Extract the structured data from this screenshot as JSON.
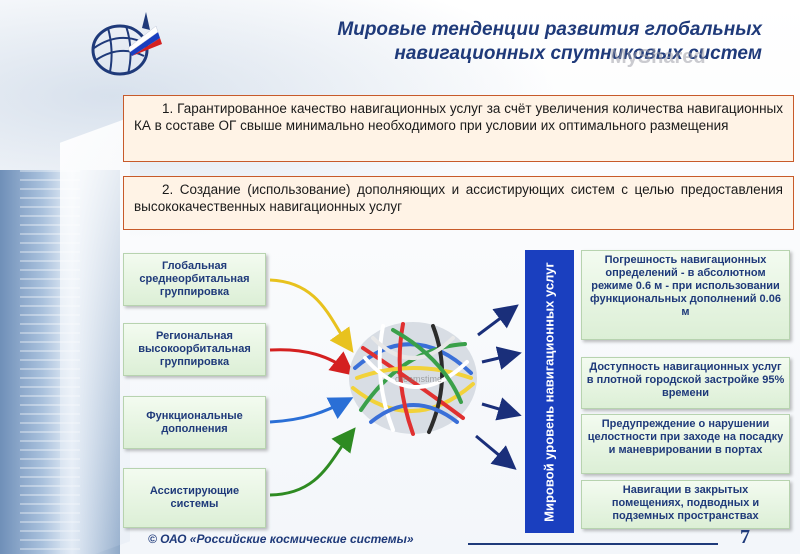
{
  "header": {
    "title_line1": "Мировые тенденции развития глобальных",
    "title_line2": "навигационных спутниковых систем",
    "watermark": "MyShared"
  },
  "boxes": {
    "box1": "1. Гарантированное качество навигационных услуг за счёт увеличения количества навигационных КА в составе ОГ свыше минимально необходимого при условии их оптимального размещения",
    "box2": "2. Создание (использование) дополняющих и ассистирующих систем с целью предоставления высококачественных навигационных услуг"
  },
  "sources": [
    {
      "label": "Глобальная среднеорбитальная группировка"
    },
    {
      "label": "Региональная высокоорбитальная группировка"
    },
    {
      "label": "Функциональные дополнения"
    },
    {
      "label": "Ассистирующие системы"
    }
  ],
  "center": {
    "vertical_label": "Мировой уровень навигационных услуг",
    "ball_watermark": "dreamstime"
  },
  "results": [
    {
      "label": "Погрешность навигационных определений - в абсолютном режиме 0.6 м - при использовании функциональных дополнений 0.06 м"
    },
    {
      "label": "Доступность навигационных услуг в плотной городской застройке 95% времени"
    },
    {
      "label": "Предупреждение о нарушении целостности при заходе на посадку и маневрировании в портах"
    },
    {
      "label": "Навигации в закрытых помещениях, подводных и подземных пространствах"
    }
  ],
  "footer": {
    "org": "© ОАО «Российские космические системы»",
    "page": "7"
  },
  "colors": {
    "title": "#1f3a7a",
    "box_border": "#c75a2a",
    "box_fill": "#fff3e6",
    "vertical_bar": "#1a3fbf",
    "arrow_yellow": "#e8c21e",
    "arrow_red": "#d42020",
    "arrow_blue": "#2a6fd6",
    "arrow_green": "#2e8b22",
    "arrow_navy": "#1a2f7a"
  }
}
